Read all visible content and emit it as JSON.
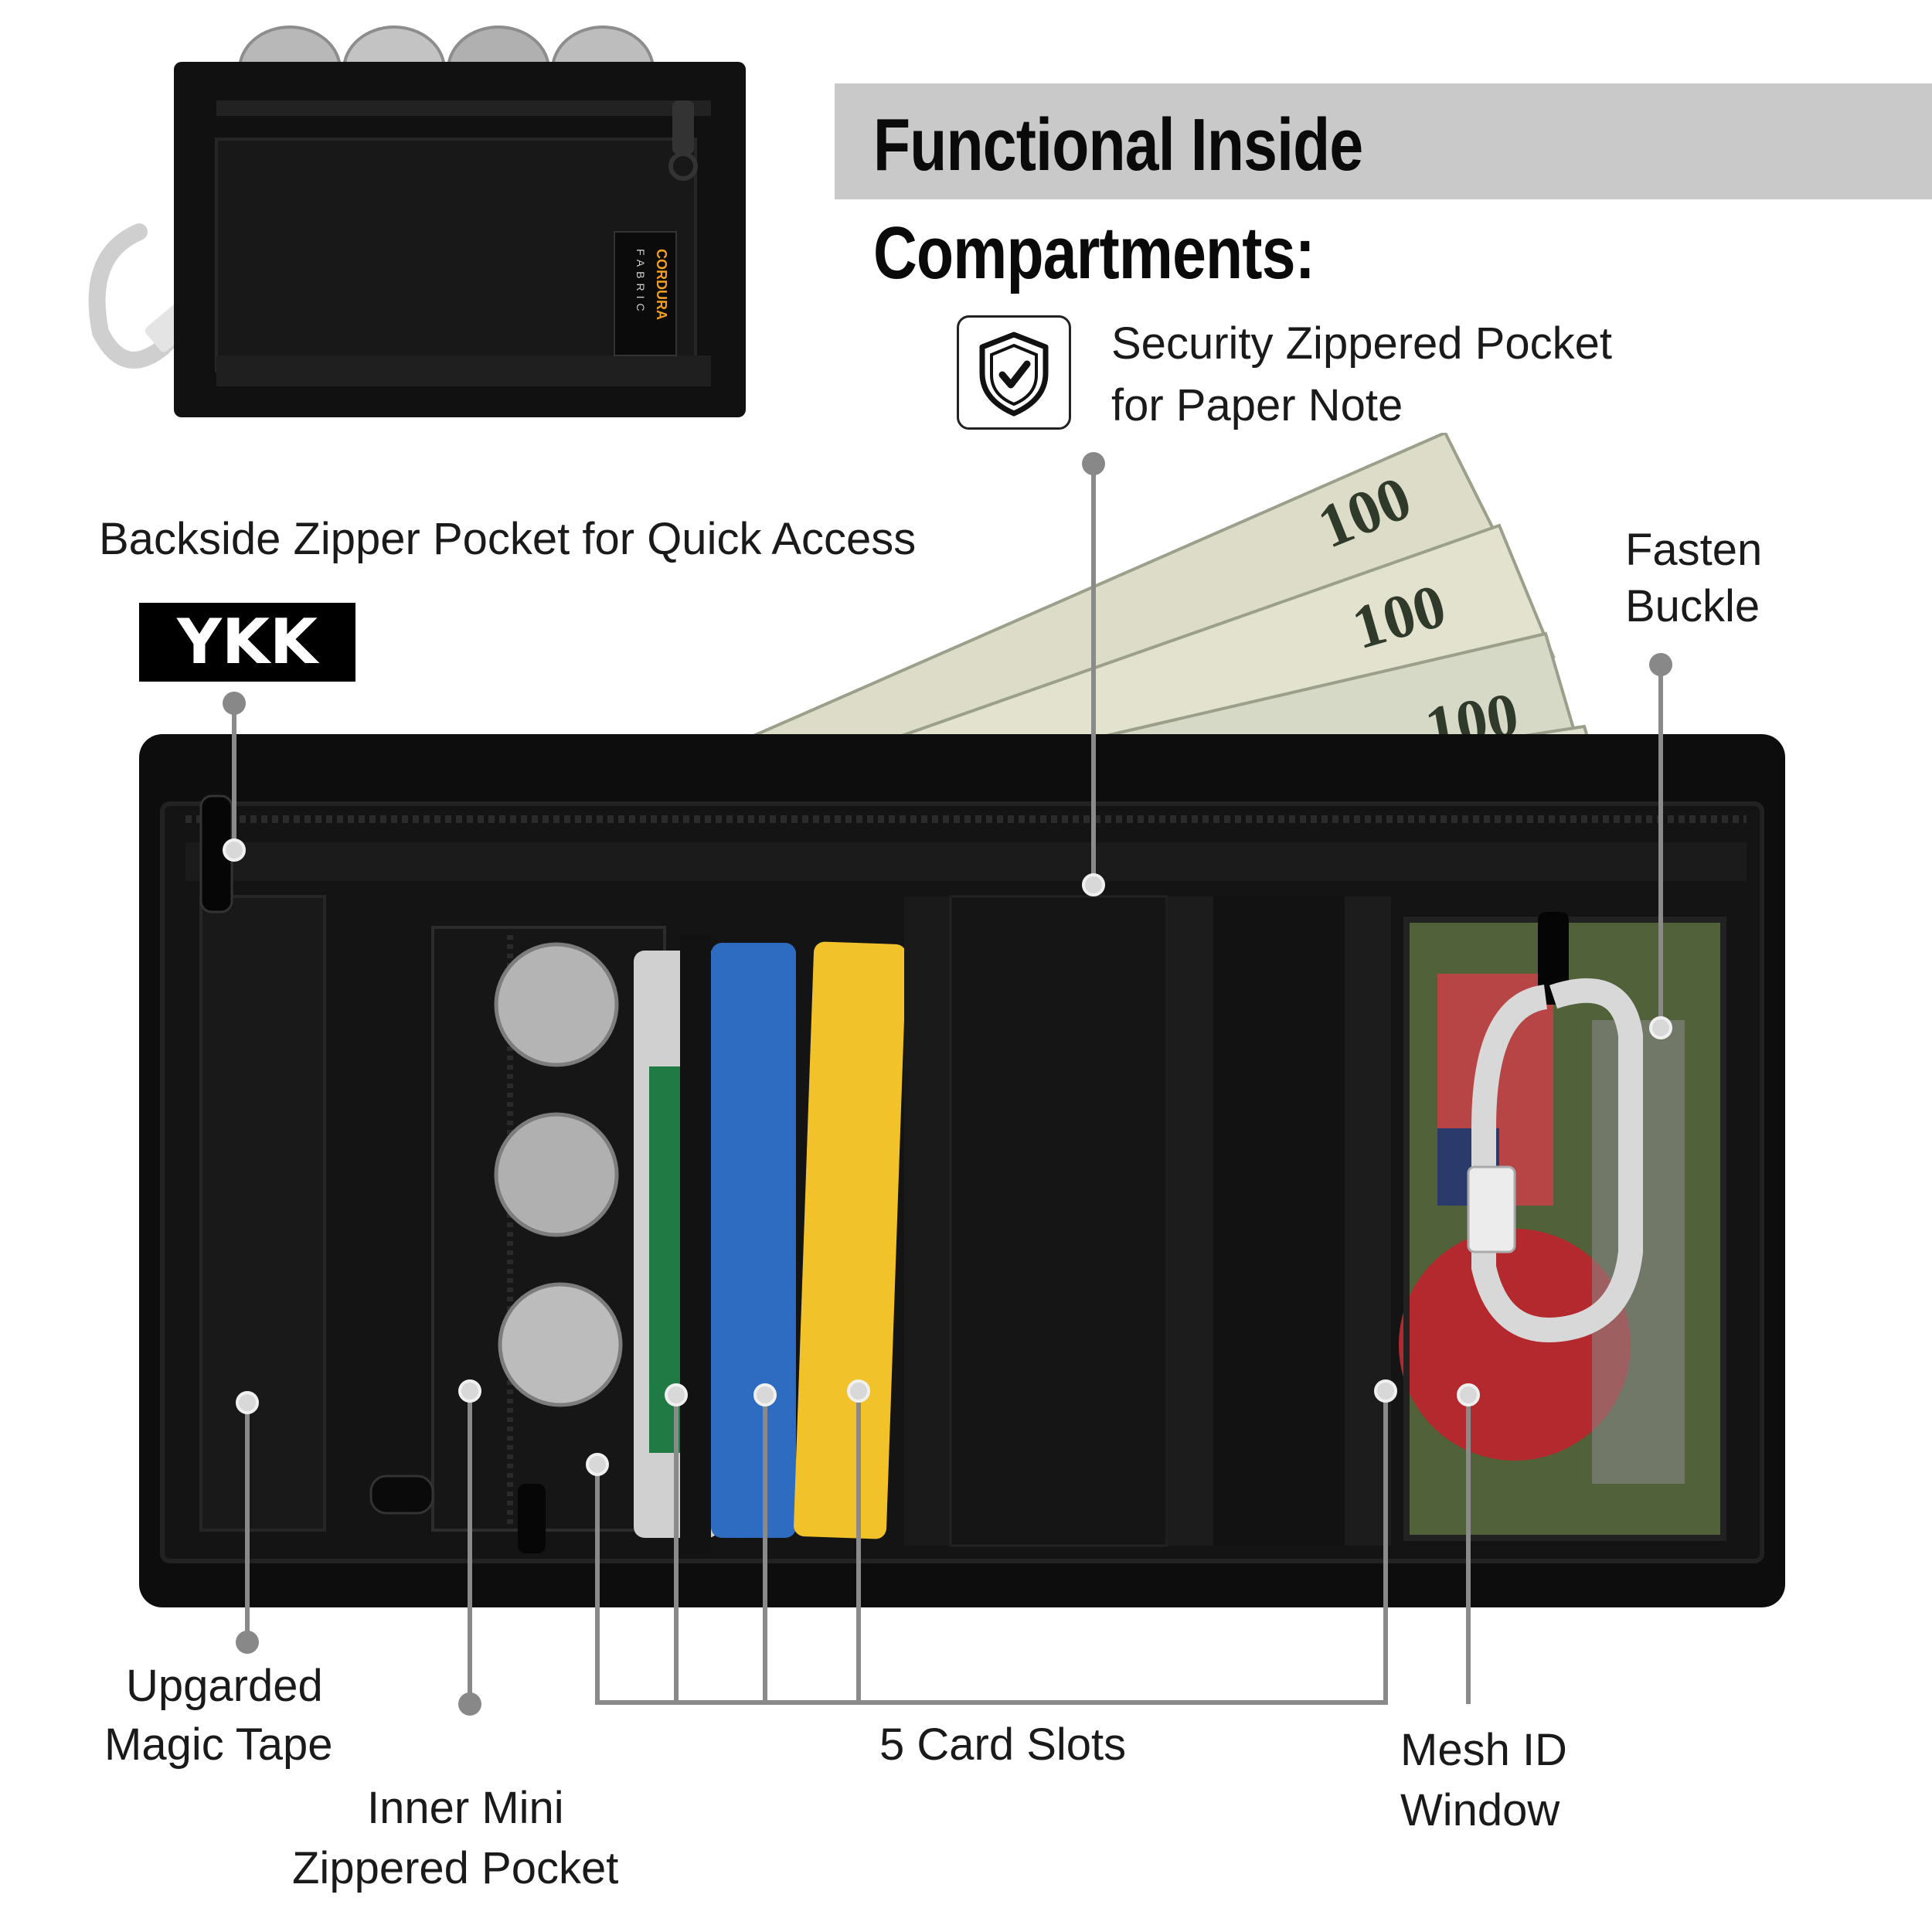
{
  "header": {
    "title": "Functional Inside Compartments:"
  },
  "small_wallet": {
    "brand_tag": "CORDURA",
    "brand_sub": "FABRIC"
  },
  "badges": {
    "ykk": "YKK"
  },
  "callouts": {
    "security_pocket": [
      "Security Zippered Pocket",
      "for Paper Note"
    ],
    "backside_pocket": "Backside Zipper Pocket for Quick Access",
    "fasten_buckle": [
      "Fasten",
      "Buckle"
    ],
    "magic_tape": [
      "Upgarded",
      "Magic Tape"
    ],
    "inner_mini_pocket": [
      "Inner Mini",
      "Zippered Pocket"
    ],
    "card_slots": "5 Card Slots",
    "mesh_window": [
      "Mesh ID",
      "Window"
    ]
  },
  "banknote_value": "100",
  "icons": {
    "security": "shield-check-icon"
  },
  "colors": {
    "wallet": "#101010",
    "band": "#c9c9c9",
    "leader": "#8a8a8a"
  }
}
